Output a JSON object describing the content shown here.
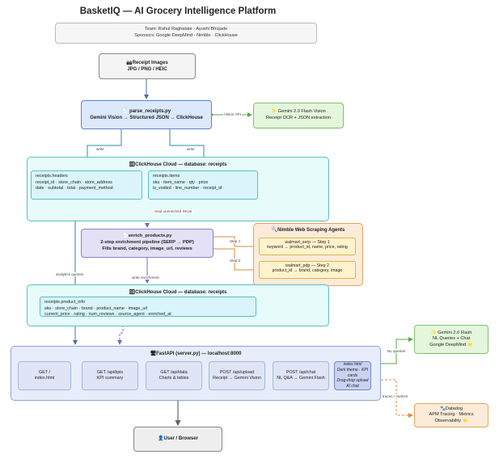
{
  "title": "BasketIQ — AI Grocery Intelligence Platform",
  "team": {
    "line1": "Team: Rahul Raghatate · Ayushi Bhujade",
    "line2": "Sponsors: Google DeepMind · Nimble · ClickHouse"
  },
  "receipt_images": {
    "title": "📷Receipt Images",
    "sub": "JPG / PNG / HEIC"
  },
  "parse": {
    "title": "📄 parse_receipts.py",
    "sub": "Gemini Vision → Structured JSON → ClickHouse"
  },
  "gemini_vision": {
    "line1": "✨ Gemini 2.0 Flash Vision",
    "line2": "Receipt OCR + JSON extraction"
  },
  "clickhouse1": {
    "title": "🗄ClickHouse Cloud — database: receipts",
    "headers": {
      "l1": "receipts.headers",
      "l2": "receipt_id · store_chain · store_address",
      "l3": "date · subtotal · total · payment_method"
    },
    "items": {
      "l1": "receipts.items",
      "l2": "sku · item_name · qty · price",
      "l3": "is_voided · line_number · receipt_id"
    }
  },
  "enrich": {
    "title": "📄enrich_products.py",
    "sub1": "2-step enrichment pipeline (SERP → PDP)",
    "sub2": "Fills brand, category, image_url, reviews"
  },
  "nimble": {
    "title": "🔍Nimble Web Scraping Agents",
    "step1": {
      "l1": "walmart_serp — Step 1",
      "l2": "keyword → product_id, name, price, rating"
    },
    "step2": {
      "l1": "walmart_pdp — Step 2",
      "l2": "product_id → brand, category, image"
    }
  },
  "clickhouse2": {
    "title": "🗄ClickHouse Cloud — database: receipts",
    "l1": "receipts.product_info",
    "l2": "sku · store_chain · brand · product_name · image_url",
    "l3": "current_price · rating · num_reviews · source_agent · enriched_at"
  },
  "fastapi": {
    "title": "🖥FastAPI (server.py) — localhost:8000",
    "endpoints": [
      {
        "l1": "GET /",
        "l2": "index.html"
      },
      {
        "l1": "GET /api/kpis",
        "l2": "KPI summary"
      },
      {
        "l1": "GET /api/data",
        "l2": "Charts & tables"
      },
      {
        "l1": "POST /api/upload",
        "l2": "Receipt → Gemini Vision"
      },
      {
        "l1": "POST /api/chat",
        "l2": "NL Q&A → Gemini Flash"
      }
    ],
    "index": {
      "l1": "index.html",
      "l2": "Dark theme · KPI",
      "l3": "cards",
      "l4": "Drag-drop upload",
      "l5": "AI chat"
    }
  },
  "user": {
    "title": "👤User / Browser"
  },
  "gemini_flash": {
    "l1": "✨ Gemini 2.0 Flash",
    "l2": "NL Queries + Chat",
    "l3": "Google DeepMind ⭐"
  },
  "datadog": {
    "l1": "🐾Datadog",
    "l2": "APM Tracing · Metrics",
    "l3": "Observability ⭐"
  },
  "edge_labels": {
    "vision_api": "Vision API",
    "write1": "write",
    "write2": "write",
    "read_unenriched": "read unenriched SKUs",
    "step1": "Step 1",
    "step2": "Step 2",
    "write_enrichment": "write enrichment",
    "analytics": "analytics queries",
    "nl_queries": "NL queries",
    "traces": "traces / metrics"
  }
}
